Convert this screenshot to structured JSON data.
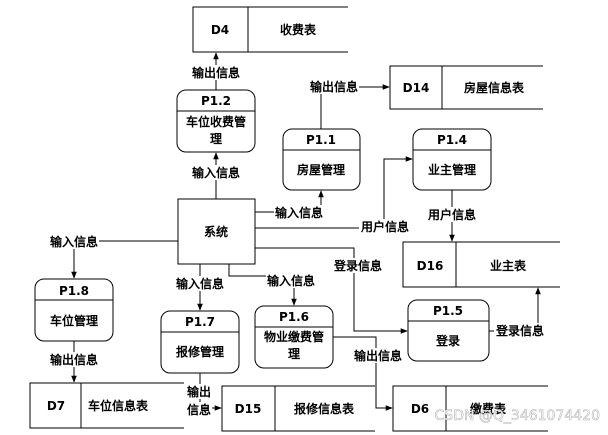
{
  "entity": {
    "name": "系统"
  },
  "processes": {
    "p1_1": {
      "id": "P1.1",
      "name_lines": [
        "房屋管理"
      ]
    },
    "p1_2": {
      "id": "P1.2",
      "name_lines": [
        "车位收费管",
        "理"
      ]
    },
    "p1_4": {
      "id": "P1.4",
      "name_lines": [
        "业主管理"
      ]
    },
    "p1_5": {
      "id": "P1.5",
      "name_lines": [
        "登录"
      ]
    },
    "p1_6": {
      "id": "P1.6",
      "name_lines": [
        "物业缴费管",
        "理"
      ]
    },
    "p1_7": {
      "id": "P1.7",
      "name_lines": [
        "报修管理"
      ]
    },
    "p1_8": {
      "id": "P1.8",
      "name_lines": [
        "车位管理"
      ]
    }
  },
  "stores": {
    "d4": {
      "id": "D4",
      "name": "收费表"
    },
    "d14": {
      "id": "D14",
      "name": "房屋信息表"
    },
    "d16": {
      "id": "D16",
      "name": "业主表"
    },
    "d7": {
      "id": "D7",
      "name": "车位信息表"
    },
    "d15": {
      "id": "D15",
      "name": "报修信息表"
    },
    "d6": {
      "id": "D6",
      "name": "缴费表"
    }
  },
  "flows": {
    "p12_to_d4": "输出信息",
    "p11_to_d14": "输出信息",
    "sys_to_p12": "输入信息",
    "sys_to_p11": "输入信息",
    "sys_to_p14": "用户信息",
    "p14_to_d16": "用户信息",
    "sys_to_p18": "输入信息",
    "sys_to_p17": "输入信息",
    "sys_to_p16": "输入信息",
    "sys_to_p15": "登录信息",
    "p15_to_d16": "登录信息",
    "p18_to_d7": "输出信息",
    "p17_to_d15_line1": "输出",
    "p17_to_d15_line2": "信息",
    "p16_to_d6": "输出信息"
  },
  "watermark": "CSDN @Q_3461074420"
}
